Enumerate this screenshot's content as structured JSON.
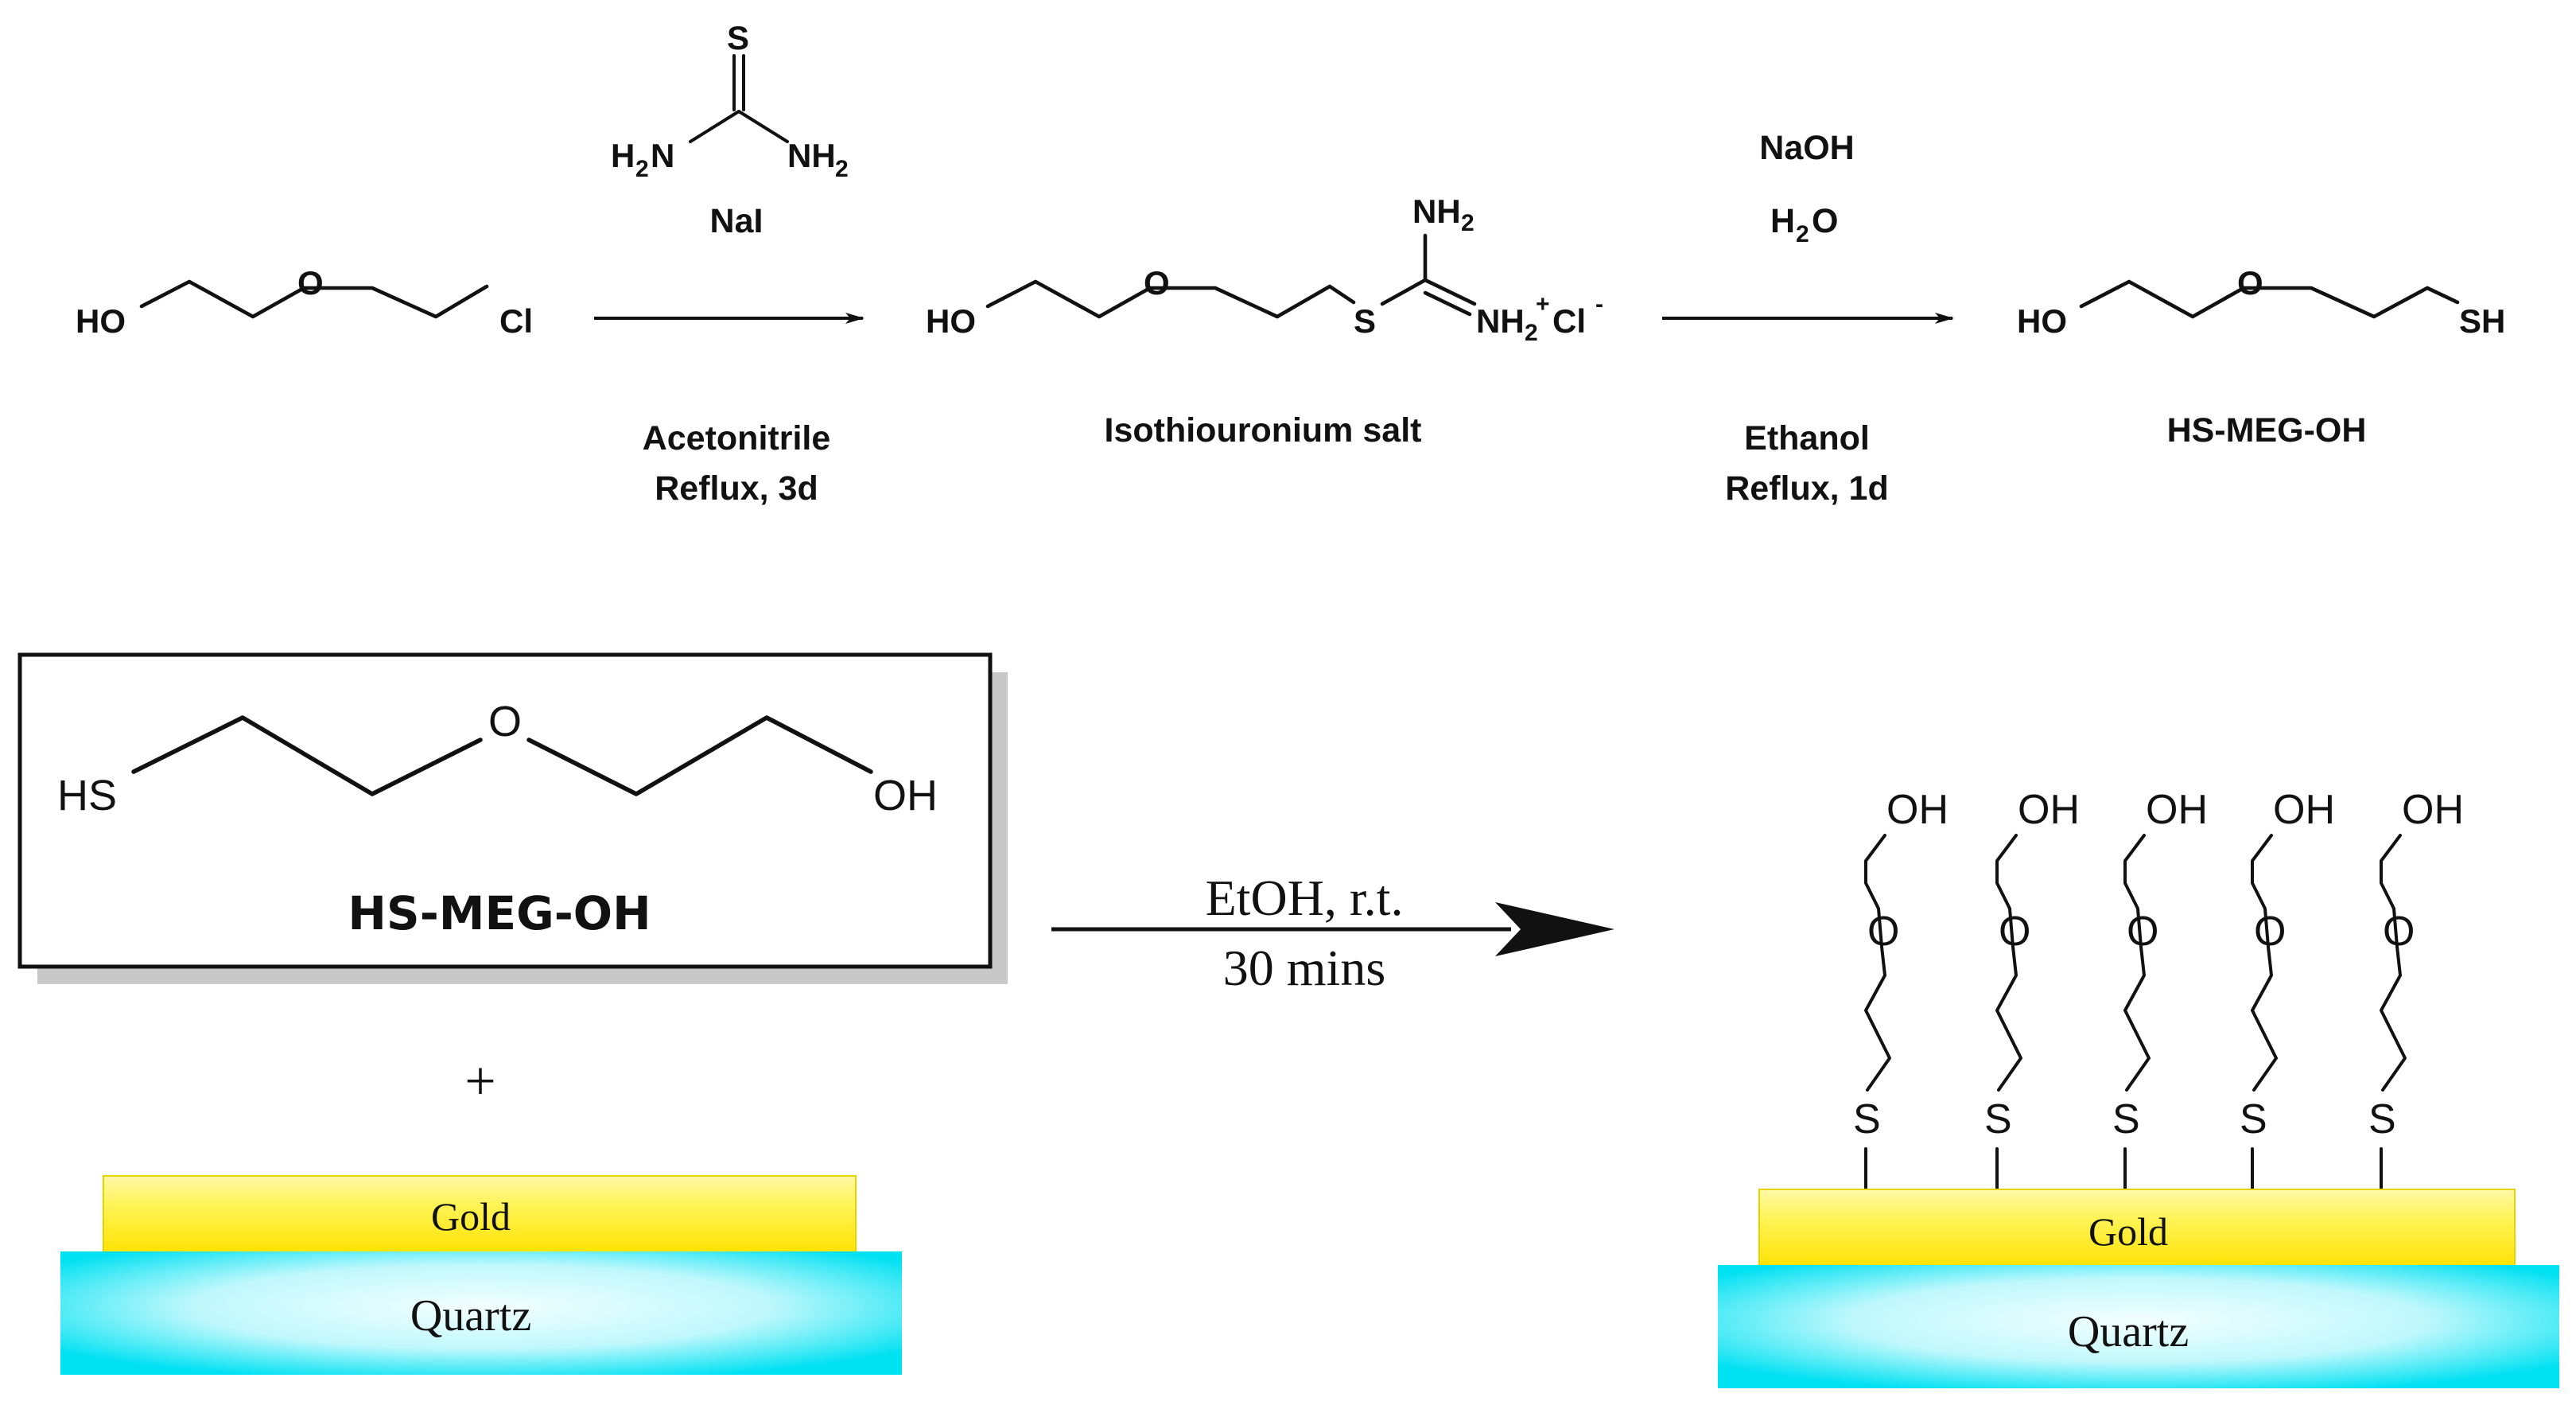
{
  "colors": {
    "gold_top": "#fff79a",
    "gold_mid": "#ffe500",
    "quartz_edge": "#00e5f5",
    "quartz_mid": "#e6ffff",
    "shadow": "#c8c8c8"
  },
  "scheme1": {
    "reactant": {
      "ho": "HO",
      "o": "O",
      "cl": "Cl"
    },
    "step1": {
      "thiourea": {
        "s": "S",
        "h2n": "H",
        "h2n_sub": "2",
        "h2n_n": "N",
        "nh2": "NH",
        "nh2_sub": "2"
      },
      "reagent": "NaI",
      "solvent": "Acetonitrile",
      "conditions": "Reflux, 3d"
    },
    "intermediate": {
      "ho": "HO",
      "o": "O",
      "s": "S",
      "nh2_top": "NH",
      "nh2_top_sub": "2",
      "nh2_plus": "NH",
      "nh2_plus_sub": "2",
      "plus": "+",
      "cl": "Cl",
      "minus": "-",
      "name": "Isothiouronium salt"
    },
    "step2": {
      "reagent1": "NaOH",
      "reagent2_h": "H",
      "reagent2_sub": "2",
      "reagent2_o": "O",
      "solvent": "Ethanol",
      "conditions": "Reflux, 1d"
    },
    "product": {
      "ho": "HO",
      "o": "O",
      "sh": "SH",
      "name": "HS-MEG-OH"
    }
  },
  "scheme2": {
    "box": {
      "hs": "HS",
      "o": "O",
      "oh": "OH",
      "name": "HS-MEG-OH"
    },
    "plus": "+",
    "substrate_left": {
      "gold": "Gold",
      "quartz": "Quartz"
    },
    "arrow": {
      "line1": "EtOH, r.t.",
      "line2": "30 mins"
    },
    "sam": {
      "oh": "OH",
      "o": "O",
      "s": "S"
    },
    "substrate_right": {
      "gold": "Gold",
      "quartz": "Quartz"
    }
  }
}
